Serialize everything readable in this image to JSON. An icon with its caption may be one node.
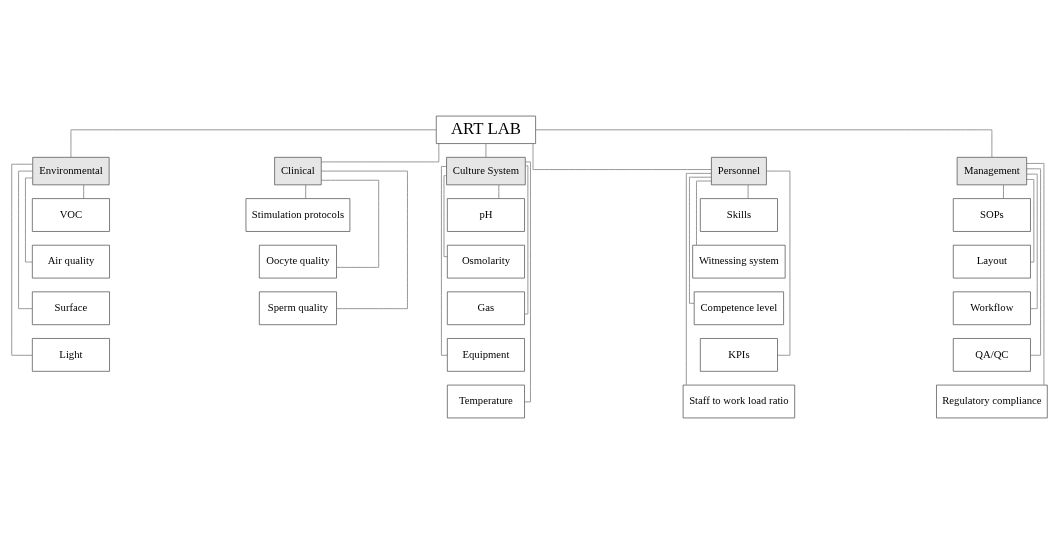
{
  "diagram": {
    "nodes": [
      {
        "text": [
          "ART LAB"
        ]
      },
      {
        "text": [
          "Environmental"
        ]
      },
      {
        "text": [
          "Clinical"
        ]
      },
      {
        "text": [
          "Culture System"
        ]
      },
      {
        "text": [
          "Personnel"
        ]
      },
      {
        "text": [
          "Management"
        ]
      },
      {
        "text": [
          "VOC"
        ]
      },
      {
        "text": [
          "Air quality"
        ]
      },
      {
        "text": [
          "Surface"
        ]
      },
      {
        "text": [
          "Light"
        ]
      },
      {
        "text": [
          "Stimulation protocols"
        ]
      },
      {
        "text": [
          "Oocyte quality"
        ]
      },
      {
        "text": [
          "Sperm quality"
        ]
      },
      {
        "text": [
          "pH"
        ]
      },
      {
        "text": [
          "Osmolarity"
        ]
      },
      {
        "text": [
          "Gas"
        ]
      },
      {
        "text": [
          "Equipment"
        ]
      },
      {
        "text": [
          "Temperature"
        ]
      },
      {
        "text": [
          "Skills"
        ]
      },
      {
        "text": [
          "Witnessing system"
        ]
      },
      {
        "text": [
          "Competence level"
        ]
      },
      {
        "text": [
          "KPIs"
        ]
      },
      {
        "text": [
          "Staff to work load ratio"
        ]
      },
      {
        "text": [
          "SOPs"
        ]
      },
      {
        "text": [
          "Layout"
        ]
      },
      {
        "text": [
          "Workflow"
        ]
      },
      {
        "text": [
          "QA/QC"
        ]
      },
      {
        "text": [
          "Regulatory compliance"
        ]
      }
    ],
    "edges": [
      {
        "from": 0,
        "to": 1,
        "arrow": "none"
      },
      {
        "from": 0,
        "to": 2,
        "arrow": "none"
      },
      {
        "from": 0,
        "to": 3,
        "arrow": "none"
      },
      {
        "from": 0,
        "to": 4,
        "arrow": "none"
      },
      {
        "from": 0,
        "to": 5,
        "arrow": "none"
      },
      {
        "from": 1,
        "to": 6,
        "arrow": "none"
      },
      {
        "from": 1,
        "to": 7,
        "arrow": "none"
      },
      {
        "from": 1,
        "to": 8,
        "arrow": "none"
      },
      {
        "from": 1,
        "to": 9,
        "arrow": "none"
      },
      {
        "from": 2,
        "to": 10,
        "arrow": "none"
      },
      {
        "from": 2,
        "to": 11,
        "arrow": "none"
      },
      {
        "from": 2,
        "to": 12,
        "arrow": "none"
      },
      {
        "from": 3,
        "to": 13,
        "arrow": "none"
      },
      {
        "from": 3,
        "to": 14,
        "arrow": "none"
      },
      {
        "from": 3,
        "to": 15,
        "arrow": "none"
      },
      {
        "from": 3,
        "to": 16,
        "arrow": "none"
      },
      {
        "from": 3,
        "to": 17,
        "arrow": "none"
      },
      {
        "from": 4,
        "to": 18,
        "arrow": "none"
      },
      {
        "from": 4,
        "to": 19,
        "arrow": "none"
      },
      {
        "from": 4,
        "to": 20,
        "arrow": "none"
      },
      {
        "from": 4,
        "to": 21,
        "arrow": "none"
      },
      {
        "from": 4,
        "to": 22,
        "arrow": "none"
      },
      {
        "from": 5,
        "to": 23,
        "arrow": "none"
      },
      {
        "from": 5,
        "to": 24,
        "arrow": "none"
      },
      {
        "from": 5,
        "to": 25,
        "arrow": "none"
      },
      {
        "from": 5,
        "to": 26,
        "arrow": "none"
      },
      {
        "from": 5,
        "to": 27,
        "arrow": "none"
      }
    ]
  }
}
